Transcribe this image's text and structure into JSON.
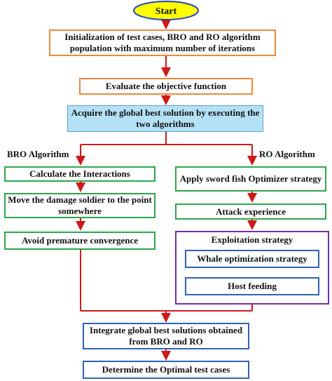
{
  "start": "Start",
  "init": "Initialization of test cases,  BRO and RO algorithm population with maximum number of iterations",
  "evaluate": "Evaluate the objective function",
  "acquire": "Acquire the global best solution by executing the two algorithms",
  "bro_label": "BRO Algorithm",
  "ro_label": "RO Algorithm",
  "bro_steps": [
    "Calculate the Interactions",
    "Move the damage soldier to the point somewhere",
    "Avoid premature convergence"
  ],
  "ro_steps": [
    "Apply sword fish Optimizer strategy",
    "Attack experience"
  ],
  "exploitation": {
    "title": "Exploitation strategy",
    "items": [
      "Whale optimization strategy",
      "Host feeding"
    ]
  },
  "integrate": "Integrate global best solutions obtained  from BRO and RO",
  "determine": "Determine the Optimal test cases",
  "colors": {
    "arrow": "#d01818",
    "start_fill": "#ffff00",
    "start_border": "#2244cc",
    "acquire_fill": "#b4e1f5",
    "orange": "#f0883a",
    "green": "#2aa84a",
    "blue": "#2b64b8",
    "purple": "#7b2aa8"
  }
}
